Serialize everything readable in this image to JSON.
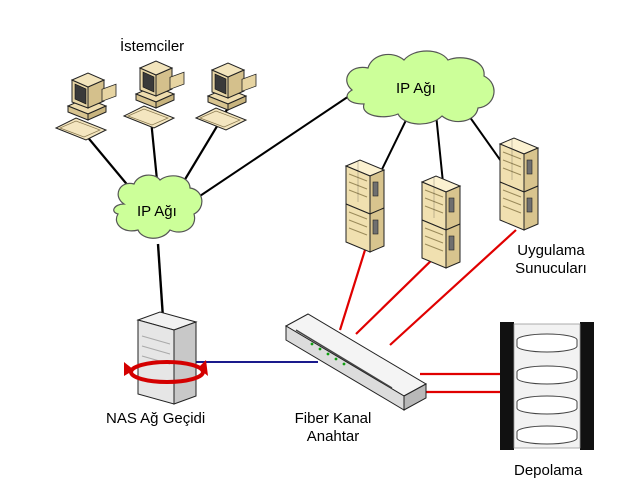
{
  "labels": {
    "clients": "İstemciler",
    "ip_network_top": "IP Ağı",
    "ip_network_left": "IP Ağı",
    "app_servers_line1": "Uygulama",
    "app_servers_line2": "Sunucuları",
    "nas_gateway": "NAS Ağ Geçidi",
    "fc_switch_line1": "Fiber Kanal",
    "fc_switch_line2": "Anahtar",
    "storage": "Depolama"
  },
  "colors": {
    "cloud_fill": "#ccff99",
    "fc_link": "#e00000",
    "ip_link": "#000000",
    "nas_link": "#1a1a8c",
    "server_body": "#f0e0b0",
    "nas_arrow": "#d40000"
  },
  "icons": {
    "client": "desktop-computer-icon",
    "server": "tower-server-icon",
    "nas": "nas-gateway-icon",
    "switch": "fibre-channel-switch-icon",
    "storage": "disk-array-icon",
    "cloud": "network-cloud-icon"
  }
}
